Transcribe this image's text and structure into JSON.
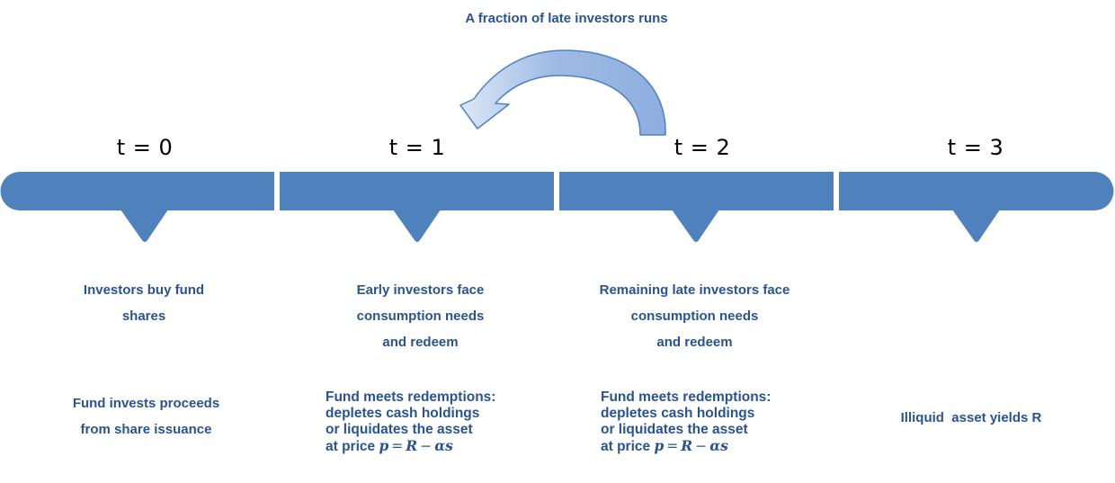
{
  "title": "A fraction of late investors runs",
  "colors": {
    "timeline": "#4f81bd",
    "text": "#2a5490",
    "arrow_stroke": "#4f81bd",
    "arrow_light": "#dde7f6",
    "arrow_dark": "#8eaedf"
  },
  "periods": [
    {
      "label": "t = 0",
      "event": [
        "Investors buy fund",
        "shares"
      ],
      "action": [
        "Fund invests proceeds",
        "from share issuance"
      ]
    },
    {
      "label": "t = 1",
      "event": [
        "Early investors face",
        "consumption needs",
        "and redeem"
      ],
      "action": [
        "Fund meets redemptions:",
        "depletes cash holdings",
        "or liquidates the asset",
        "at price"
      ],
      "formula": {
        "lhs": "p",
        "eq": "=",
        "r": "R",
        "minus": "−",
        "term": "αs"
      }
    },
    {
      "label": "t = 2",
      "event": [
        "Remaining late investors face",
        "consumption needs",
        "and redeem"
      ],
      "action": [
        "Fund meets redemptions:",
        "depletes cash holdings",
        "or liquidates the asset",
        "at price"
      ],
      "formula": {
        "lhs": "p",
        "eq": "=",
        "r": "R",
        "minus": "−",
        "term": "αs"
      }
    },
    {
      "label": "t = 3",
      "event": [],
      "action": [
        "Illiquid  asset yields R"
      ]
    }
  ],
  "arrow": {
    "icon": "curved-arrow-icon",
    "direction": "from t = 2 back to t = 1"
  }
}
